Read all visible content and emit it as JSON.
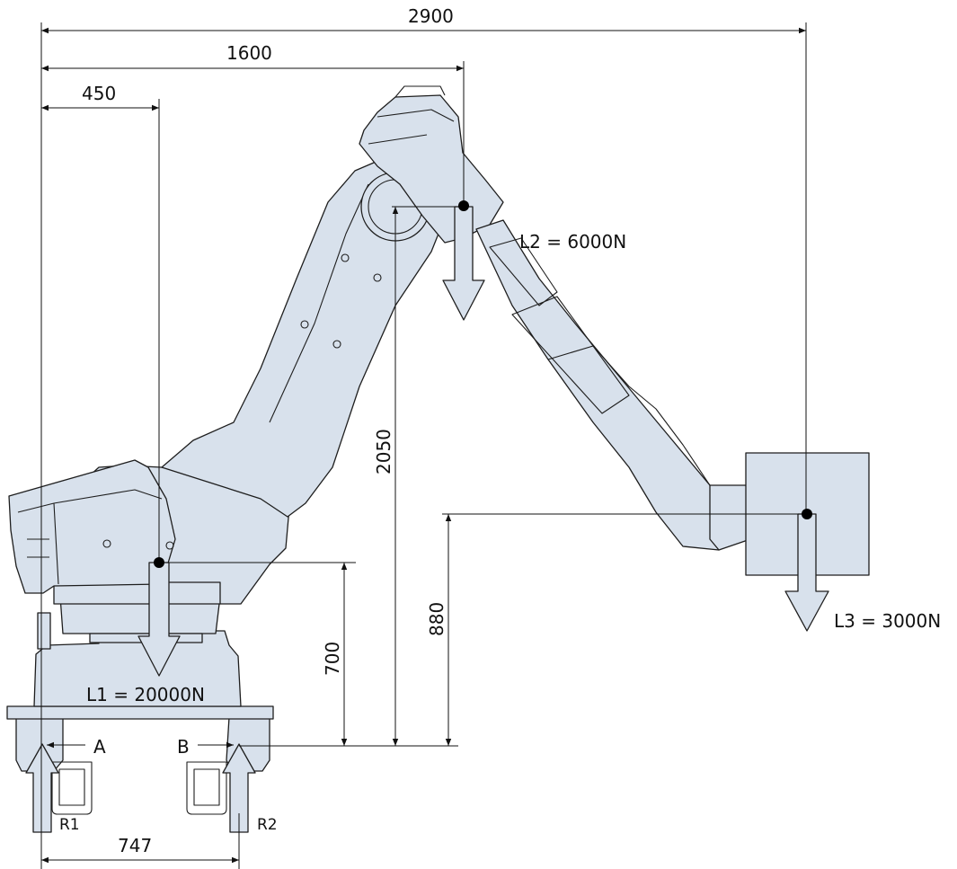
{
  "dimensions": {
    "reach_total": "2900",
    "reach_l2": "1600",
    "offset_l1": "450",
    "height_l2": "2050",
    "height_l3": "880",
    "height_l1": "700",
    "base_span": "747"
  },
  "loads": {
    "l1": "L1 = 20000N",
    "l2": "L2 = 6000N",
    "l3": "L3 = 3000N"
  },
  "reactions": {
    "r1": "R1",
    "r2": "R2",
    "a": "A",
    "b": "B"
  }
}
